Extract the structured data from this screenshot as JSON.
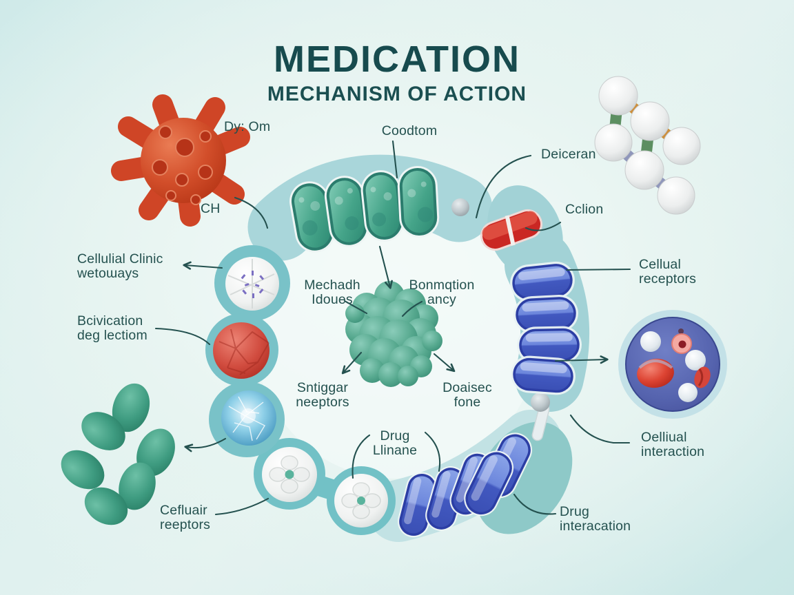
{
  "title": {
    "main": "MEDICATION",
    "subtitle": "MECHANISM OF ACTION"
  },
  "labels": {
    "dy_om": "Dy: Om",
    "ch": "CH",
    "coodtom": "Coodtom",
    "deiceran": "Deiceran",
    "cclion": "Cclion",
    "cellual_receptors": "Cellual\nreceptors",
    "cellulial_clinic": "Cellulial Clinic\nwetoɯays",
    "bcivication": "Bcivication\ndeg lectiom",
    "mechadh": "Mechadh\nIdoues",
    "bonmqtion": "Bonmqtion\nancy",
    "sntiggar": "Sntiggar\nneeptors",
    "doaisec": "Doaisec\nfone",
    "drug_llinane": "Drug\nLlinane",
    "cefluair": "Cefluair\nreeptors",
    "drug_interacation": "Drug\ninteracation",
    "oelliual": "Oelliual\ninteraction"
  },
  "icons": [
    "virus-icon",
    "molecule-lattice-icon",
    "green-capsule-icon",
    "red-capsule-icon",
    "blue-capsule-icon",
    "white-tablet-icon",
    "red-cell-icon",
    "crystal-cell-icon",
    "molecule-cluster-icon",
    "green-ovals-icon",
    "cell-interaction-circle-icon",
    "connector-pin-icon"
  ],
  "colors": {
    "background_edge": "#c9e7e6",
    "background_center": "#f4fbf9",
    "band_teal": "#a6d4d8",
    "chain_circle_teal": "#79c2c8",
    "title_text": "#174b4e",
    "label_text": "#24514f",
    "green_capsule": "#3f9a81",
    "blue_capsule": "#4a63c8",
    "red_capsule": "#cf2f2b",
    "virus_red": "#cc4224",
    "cluster_teal": "#4fa28a",
    "cell_circle_blue": "#505da8"
  }
}
